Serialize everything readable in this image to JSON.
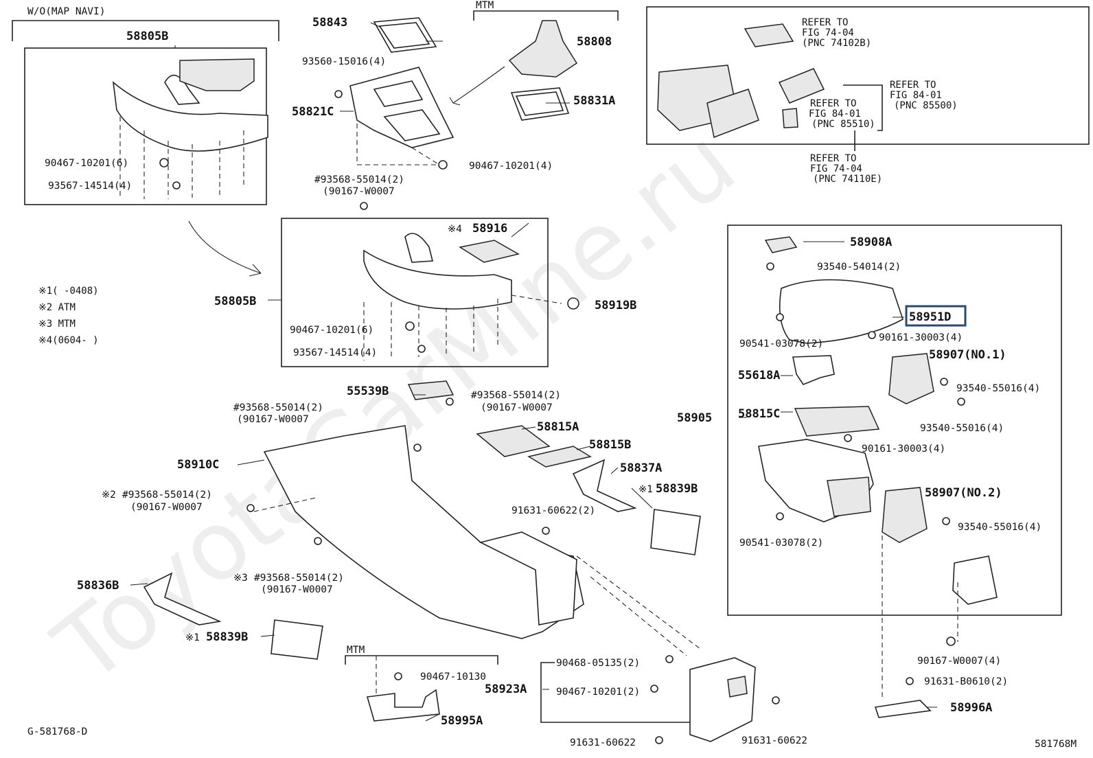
{
  "watermark": "ToyotaCarMine.ru",
  "header": {
    "wo_label": "W/O(MAP NAVI)",
    "mtm_top": "MTM",
    "mtm_bottom": "MTM"
  },
  "notes": [
    "※1(   -0408)",
    "※2 ATM",
    "※3 MTM",
    "※4(0604-   )"
  ],
  "refer_box": {
    "ref1": [
      "REFER TO",
      "FIG 74-04",
      "(PNC 74102B)"
    ],
    "ref2": [
      "REFER TO",
      "FIG 84-01",
      "(PNC 85500)"
    ],
    "ref3": [
      "REFER TO",
      "FIG 84-01",
      "(PNC 85510)"
    ],
    "ref4": [
      "REFER TO",
      "FIG 74-04",
      "(PNC 74110E)"
    ]
  },
  "parts": {
    "p58805B_top": "58805B",
    "p58805B_mid": "58805B",
    "p90467_10201_6_a": "90467-10201(6)",
    "p93567_14514_4_a": "93567-14514(4)",
    "p58843": "58843",
    "p93560_15016_4": "93560-15016(4)",
    "p58821C": "58821C",
    "p58808": "58808",
    "p58831A": "58831A",
    "p90467_10201_4": "90467-10201(4)",
    "p93568_55014_2_a": "#93568-55014(2)",
    "p90167_W0007_a": "(90167-W0007",
    "p58916_mark": "※4",
    "p58916": "58916",
    "p58919B": "58919B",
    "p90467_10201_6_b": "90467-10201(6)",
    "p93567_14514_4_b": "93567-14514(4)",
    "p58908A": "58908A",
    "p93540_54014_2": "93540-54014(2)",
    "p58951D": "58951D",
    "p90541_03078_2_a": "90541-03078(2)",
    "p90161_30003_4_a": "90161-30003(4)",
    "p58907_1": "58907(NO.1)",
    "p55618A": "55618A",
    "p93540_55016_4_a": "93540-55016(4)",
    "p58905": "58905",
    "p58815C": "58815C",
    "p93540_55016_4_b": "93540-55016(4)",
    "p90161_30003_4_b": "90161-30003(4)",
    "p58907_2": "58907(NO.2)",
    "p93540_55016_4_c": "93540-55016(4)",
    "p90541_03078_2_b": "90541-03078(2)",
    "p55539B": "55539B",
    "p93568_55014_2_b": "#93568-55014(2)",
    "p90167_W0007_b": "(90167-W0007",
    "p93568_55014_2_c": "#93568-55014(2)",
    "p90167_W0007_c": "(90167-W0007",
    "p58815A": "58815A",
    "p58815B": "58815B",
    "p58910C": "58910C",
    "p58837A": "58837A",
    "p58839B_a_mark": "※1",
    "p58839B_a": "58839B",
    "p93568_55014_2_d_mark": "※2",
    "p93568_55014_2_d": "#93568-55014(2)",
    "p90167_W0007_d": "(90167-W0007",
    "p91631_60622_2": "91631-60622(2)",
    "p58836B": "58836B",
    "p93568_55014_2_e_mark": "※3",
    "p93568_55014_2_e": "#93568-55014(2)",
    "p90167_W0007_e": "(90167-W0007",
    "p58839B_b_mark": "※1",
    "p58839B_b": "58839B",
    "p90467_10130": "90467-10130",
    "p58995A": "58995A",
    "p90468_05135_2": "90468-05135(2)",
    "p58923A": "58923A",
    "p90467_10201_2": "90467-10201(2)",
    "p91631_60622_a": "91631-60622",
    "p91631_60622_b": "91631-60622",
    "p90167_W0007_4": "90167-W0007(4)",
    "p91631_B0610_2": "91631-B0610(2)",
    "p58996A": "58996A"
  },
  "footer": {
    "left": "G-581768-D",
    "right": "581768M"
  }
}
